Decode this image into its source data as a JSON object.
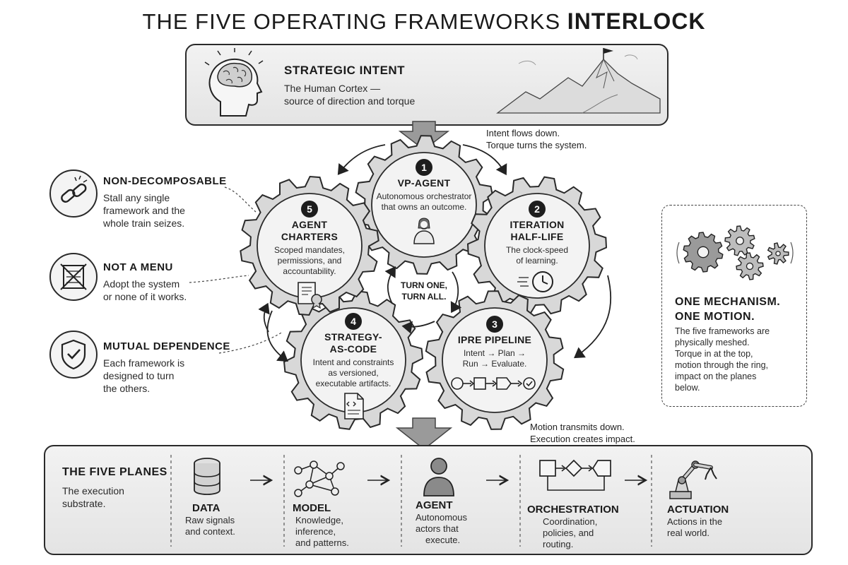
{
  "title": {
    "main": "THE FIVE OPERATING FRAMEWORKS",
    "emphasis": "INTERLOCK"
  },
  "intent": {
    "heading": "STRATEGIC INTENT",
    "desc_line1": "The Human Cortex —",
    "desc_line2": "source of direction and torque"
  },
  "intent_note": {
    "line1": "Intent flows down.",
    "line2": "Torque turns the system."
  },
  "gears": [
    {
      "num": "1",
      "title1": "VP-AGENT",
      "title2": "",
      "desc1": "Autonomous orchestrator",
      "desc2": "that owns an outcome.",
      "desc3": ""
    },
    {
      "num": "2",
      "title1": "ITERATION",
      "title2": "HALF-LIFE",
      "desc1": "The clock-speed",
      "desc2": "of learning.",
      "desc3": ""
    },
    {
      "num": "3",
      "title1": "IPRE PIPELINE",
      "title2": "",
      "desc1": "Intent → Plan →",
      "desc2": "Run → Evaluate.",
      "desc3": ""
    },
    {
      "num": "4",
      "title1": "STRATEGY-",
      "title2": "AS-CODE",
      "desc1": "Intent and constraints",
      "desc2": "as versioned,",
      "desc3": "executable artifacts."
    },
    {
      "num": "5",
      "title1": "AGENT",
      "title2": "CHARTERS",
      "desc1": "Scoped mandates,",
      "desc2": "permissions, and",
      "desc3": "accountability."
    }
  ],
  "center": {
    "line1": "TURN ONE,",
    "line2": "TURN ALL."
  },
  "principles": [
    {
      "heading": "NON-DECOMPOSABLE",
      "line1": "Stall any single",
      "line2": "framework and the",
      "line3": "whole train seizes.",
      "icon": "broken-chain-icon"
    },
    {
      "heading": "NOT A MENU",
      "line1": "Adopt the system",
      "line2": "or none of it works.",
      "line3": "",
      "icon": "crossed-menu-icon"
    },
    {
      "heading": "MUTUAL DEPENDENCE",
      "line1": "Each framework is",
      "line2": "designed to turn",
      "line3": "the others.",
      "icon": "shield-check-icon"
    }
  ],
  "mechanism": {
    "heading1": "ONE MECHANISM.",
    "heading2": "ONE MOTION.",
    "lines": [
      "The five frameworks are",
      "physically meshed.",
      "Torque in at the top,",
      "motion through the ring,",
      "impact on the planes",
      "below."
    ]
  },
  "motion_note": {
    "line1": "Motion transmits down.",
    "line2": "Execution creates impact."
  },
  "planes": {
    "heading": "THE FIVE PLANES",
    "desc_line1": "The execution",
    "desc_line2": "substrate.",
    "items": [
      {
        "name": "DATA",
        "line1": "Raw signals",
        "line2": "and context.",
        "line3": "",
        "icon": "database-icon"
      },
      {
        "name": "MODEL",
        "line1": "Knowledge,",
        "line2": "inference,",
        "line3": "and patterns.",
        "icon": "network-icon"
      },
      {
        "name": "AGENT",
        "line1": "Autonomous",
        "line2": "actors that",
        "line3": "execute.",
        "icon": "person-icon"
      },
      {
        "name": "ORCHESTRATION",
        "line1": "Coordination,",
        "line2": "policies, and",
        "line3": "routing.",
        "icon": "flowchart-icon"
      },
      {
        "name": "ACTUATION",
        "line1": "Actions in the",
        "line2": "real world.",
        "line3": "",
        "icon": "robot-arm-icon"
      }
    ]
  },
  "colors": {
    "ink": "#1a1a1a",
    "panel": "#e8e8e8",
    "gear": "#d8d8d8",
    "gear_inner": "#f3f3f3"
  }
}
